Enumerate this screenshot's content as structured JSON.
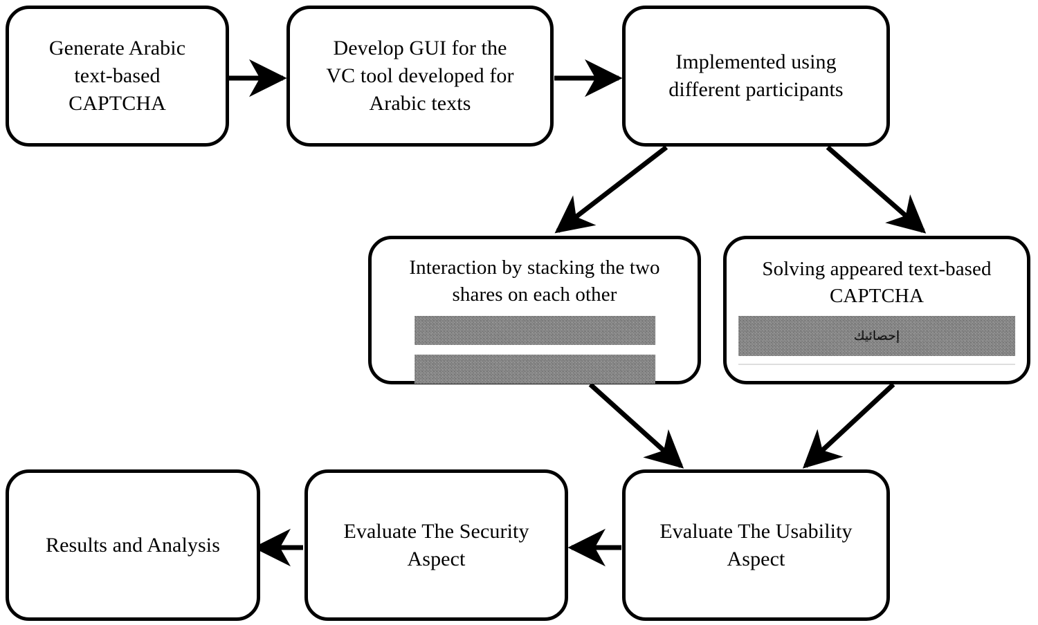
{
  "diagram": {
    "title": "Arabic text-based CAPTCHA visual cryptography research methodology flowchart",
    "type": "flowchart",
    "background_color": "#ffffff",
    "stroke_color": "#000000",
    "noise_color": "#8b8b8b",
    "rule_color": "#dedede",
    "nodes": [
      {
        "id": "generate-captcha",
        "label": "Generate Arabic\ntext-based\nCAPTCHA",
        "row": "top",
        "order": 1
      },
      {
        "id": "develop-gui",
        "label": "Develop GUI for the\nVC tool developed for\nArabic texts",
        "row": "top",
        "order": 2
      },
      {
        "id": "implemented-participants",
        "label": "Implemented using\ndifferent participants",
        "row": "top",
        "order": 3
      },
      {
        "id": "interaction-stacking",
        "label": "Interaction by stacking the two\nshares on each other",
        "row": "middle",
        "order": 1,
        "media": "two-gray-share-bars"
      },
      {
        "id": "solving-captcha",
        "label": "Solving appeared text-based\nCAPTCHA",
        "row": "middle",
        "order": 2,
        "media": "gray-captcha-bar",
        "captcha_text": "إحصائيك"
      },
      {
        "id": "evaluate-usability",
        "label": "Evaluate The Usability\nAspect",
        "row": "bottom",
        "order": 3
      },
      {
        "id": "evaluate-security",
        "label": "Evaluate The Security\nAspect",
        "row": "bottom",
        "order": 2
      },
      {
        "id": "results-analysis",
        "label": "Results and Analysis",
        "row": "bottom",
        "order": 1
      }
    ],
    "edges": [
      {
        "from": "generate-captcha",
        "to": "develop-gui",
        "direction": "right"
      },
      {
        "from": "develop-gui",
        "to": "implemented-participants",
        "direction": "right"
      },
      {
        "from": "implemented-participants",
        "to": "interaction-stacking",
        "direction": "down-left-diagonal"
      },
      {
        "from": "implemented-participants",
        "to": "solving-captcha",
        "direction": "down-right-diagonal"
      },
      {
        "from": "interaction-stacking",
        "to": "evaluate-usability",
        "direction": "down-right-diagonal"
      },
      {
        "from": "solving-captcha",
        "to": "evaluate-usability",
        "direction": "down-left-diagonal"
      },
      {
        "from": "evaluate-usability",
        "to": "evaluate-security",
        "direction": "left"
      },
      {
        "from": "evaluate-security",
        "to": "results-analysis",
        "direction": "left"
      }
    ]
  }
}
